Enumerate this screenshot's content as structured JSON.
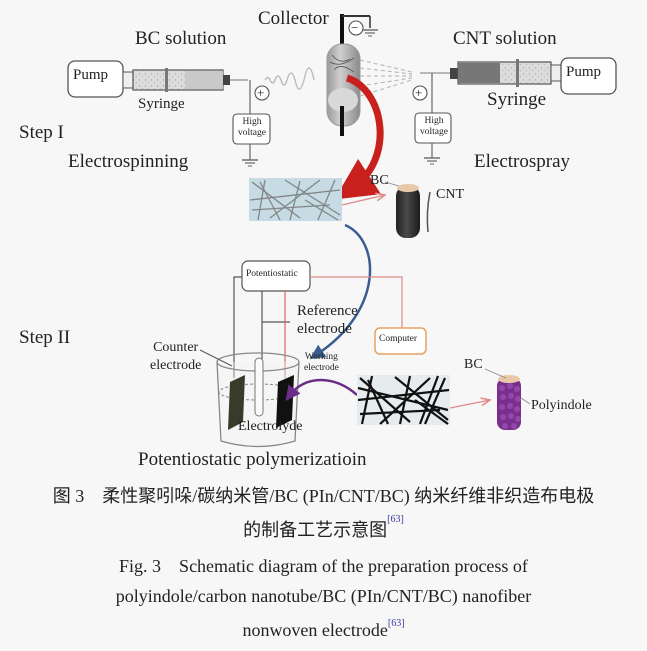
{
  "diagram": {
    "step1": {
      "step_label": "Step I",
      "left": {
        "title": "Electrospinning",
        "solution": "BC solution",
        "pump": "Pump",
        "syringe": "Syringe",
        "hv_line1": "High",
        "hv_line2": "voltage",
        "polarity": "+"
      },
      "collector": {
        "label": "Collector",
        "polarity": "−"
      },
      "right": {
        "title": "Electrospray",
        "solution": "CNT solution",
        "pump": "Pump",
        "syringe": "Syringe",
        "hv_line1": "High",
        "hv_line2": "voltage",
        "polarity": "+"
      },
      "fiber_inset": {
        "bc_label": "BC",
        "cnt_label": "CNT"
      }
    },
    "step2": {
      "step_label": "Step II",
      "title": "Potentiostatic polymerizatioin",
      "potentiostat": "Potentiostatic",
      "computer": "Computer",
      "reference_line1": "Reference",
      "reference_line2": "electrode",
      "counter_line1": "Counter",
      "counter_line2": "electrode",
      "working_line1": "Working",
      "working_line2": "electrode",
      "electrolyte": "Electrolyde",
      "product": {
        "bc_label": "BC",
        "coating_label": "Polyindole"
      }
    },
    "colors": {
      "transfer_arrow": "#c8201c",
      "blue_arrow": "#3a5d8f",
      "purple_arrow": "#6a2c86",
      "pink_line": "#e08a8a",
      "computer_border": "#e8a060",
      "polyindole": "#7a2f8f"
    }
  },
  "caption": {
    "cn_line1": "图 3　柔性聚吲哚/碳纳米管/BC (PIn/CNT/BC) 纳米纤维非织造布电极",
    "cn_line2": "的制备工艺示意图",
    "cn_ref": "[63]",
    "en_line1": "Fig. 3　Schematic diagram of the preparation process of",
    "en_line2": "polyindole/carbon nanotube/BC (PIn/CNT/BC) nanofiber",
    "en_line3": "nonwoven electrode",
    "en_ref": "[63]"
  }
}
